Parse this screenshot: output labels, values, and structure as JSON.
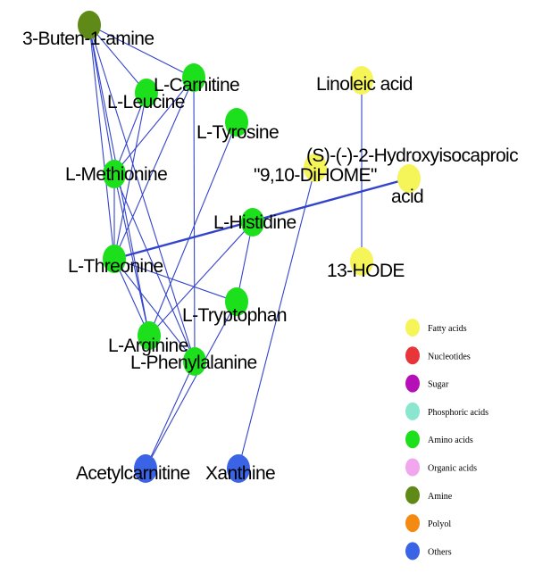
{
  "nodes": [
    {
      "id": "buten",
      "label": "3-Buten-1-amine",
      "category": "Amine"
    },
    {
      "id": "carnitine",
      "label": "L-Carnitine",
      "category": "Amino acids"
    },
    {
      "id": "leucine",
      "label": "L-Leucine",
      "category": "Amino acids"
    },
    {
      "id": "tyrosine",
      "label": "L-Tyrosine",
      "category": "Amino acids"
    },
    {
      "id": "methionine",
      "label": "L-Methionine",
      "category": "Amino acids"
    },
    {
      "id": "histidine",
      "label": "L-Histidine",
      "category": "Amino acids"
    },
    {
      "id": "threonine",
      "label": "L-Threonine",
      "category": "Amino acids"
    },
    {
      "id": "tryptophan",
      "label": "L-Tryptophan",
      "category": "Amino acids"
    },
    {
      "id": "arginine",
      "label": "L-Arginine",
      "category": "Amino acids"
    },
    {
      "id": "phenylalanine",
      "label": "L-Phenylalanine",
      "category": "Amino acids"
    },
    {
      "id": "linoleic",
      "label": "Linoleic acid",
      "category": "Fatty acids"
    },
    {
      "id": "dihome",
      "label": "\"9,10-DiHOME\"",
      "category": "Fatty acids"
    },
    {
      "id": "hydroxy",
      "label": "(S)-(-)-2-Hydroxyisocaproic acid",
      "label_lines": [
        "(S)-(-)-2-Hydroxyisocaproic",
        "acid"
      ],
      "category": "Fatty acids"
    },
    {
      "id": "hode",
      "label": "13-HODE",
      "category": "Fatty acids"
    },
    {
      "id": "acetyl",
      "label": "Acetylcarnitine",
      "category": "Others"
    },
    {
      "id": "xanthine",
      "label": "Xanthine",
      "category": "Others"
    }
  ],
  "edges": [
    {
      "source": "buten",
      "target": "leucine"
    },
    {
      "source": "buten",
      "target": "carnitine"
    },
    {
      "source": "buten",
      "target": "methionine"
    },
    {
      "source": "buten",
      "target": "threonine"
    },
    {
      "source": "buten",
      "target": "arginine"
    },
    {
      "source": "buten",
      "target": "phenylalanine"
    },
    {
      "source": "leucine",
      "target": "methionine"
    },
    {
      "source": "leucine",
      "target": "threonine"
    },
    {
      "source": "carnitine",
      "target": "methionine"
    },
    {
      "source": "carnitine",
      "target": "threonine"
    },
    {
      "source": "carnitine",
      "target": "phenylalanine"
    },
    {
      "source": "tyrosine",
      "target": "arginine"
    },
    {
      "source": "methionine",
      "target": "threonine"
    },
    {
      "source": "methionine",
      "target": "arginine"
    },
    {
      "source": "methionine",
      "target": "phenylalanine"
    },
    {
      "source": "histidine",
      "target": "arginine"
    },
    {
      "source": "histidine",
      "target": "tryptophan"
    },
    {
      "source": "threonine",
      "target": "phenylalanine"
    },
    {
      "source": "threonine",
      "target": "arginine"
    },
    {
      "source": "threonine",
      "target": "tryptophan"
    },
    {
      "source": "threonine",
      "target": "hydroxy",
      "weight": "strong"
    },
    {
      "source": "tryptophan",
      "target": "acetyl"
    },
    {
      "source": "phenylalanine",
      "target": "acetyl"
    },
    {
      "source": "linoleic",
      "target": "hode"
    },
    {
      "source": "dihome",
      "target": "xanthine"
    }
  ],
  "legend": {
    "items": [
      {
        "label": "Fatty acids",
        "color": "#f5f55a"
      },
      {
        "label": "Nucleotides",
        "color": "#e8353a"
      },
      {
        "label": "Sugar",
        "color": "#b510b8"
      },
      {
        "label": "Phosphoric acids",
        "color": "#8ae6cf"
      },
      {
        "label": "Amino acids",
        "color": "#1de01d"
      },
      {
        "label": "Organic acids",
        "color": "#f2a6ee"
      },
      {
        "label": "Amine",
        "color": "#5f8a17"
      },
      {
        "label": "Polyol",
        "color": "#f58a12"
      },
      {
        "label": "Others",
        "color": "#3a63e6"
      }
    ]
  },
  "colors": {
    "edge": "#3344cc",
    "label": "#000000"
  }
}
